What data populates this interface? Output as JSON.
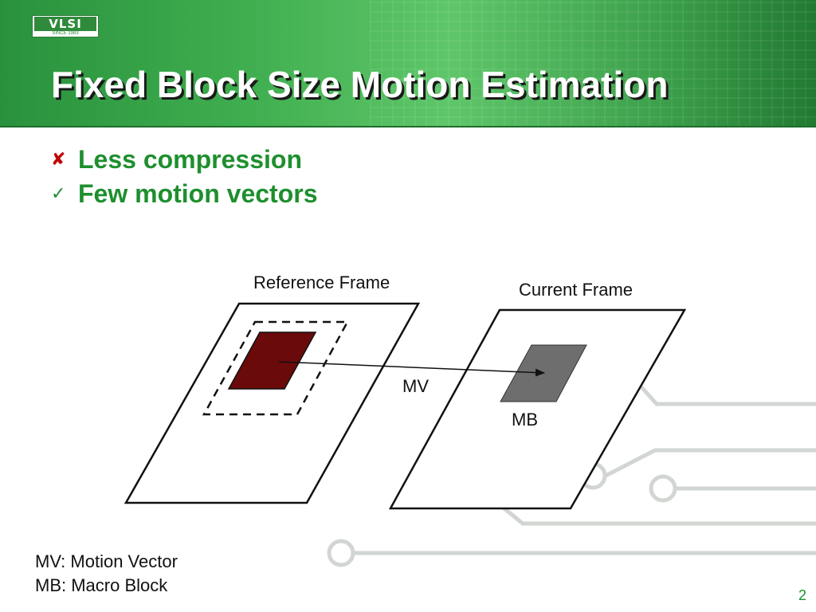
{
  "logo": {
    "text": "VLSI",
    "subtext": "SINCE 1983"
  },
  "title": "Fixed Block Size Motion Estimation",
  "bullets": [
    {
      "icon": "cross-icon",
      "text": "Less compression"
    },
    {
      "icon": "check-icon",
      "text": "Few motion vectors"
    }
  ],
  "diagram": {
    "reference_label": "Reference Frame",
    "current_label": "Current Frame",
    "mv_label": "MV",
    "mb_label": "MB"
  },
  "legend": {
    "mv": "MV: Motion Vector",
    "mb": "MB: Macro Block"
  },
  "page_number": "2",
  "colors": {
    "banner_green": "#3fae4f",
    "text_green": "#1e8f2e",
    "cross_red": "#c00000",
    "reference_block": "#6b0a0a",
    "current_block": "#6e6e6e",
    "circuit_gray": "#d2d6d2"
  }
}
